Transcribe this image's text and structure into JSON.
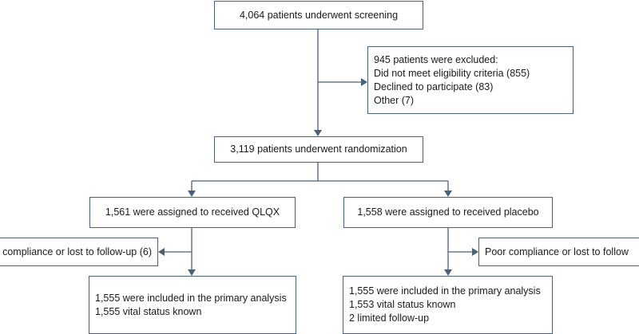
{
  "screening": {
    "text": "4,064 patients underwent screening"
  },
  "excluded": {
    "lines": [
      "945 patients were excluded:",
      "Did not meet eligibility criteria (855)",
      "Declined to participate (83)",
      "Other (7)"
    ]
  },
  "randomization": {
    "text": "3,119 patients underwent randomization"
  },
  "arm_qlqx": {
    "assigned": "1,561 were assigned to received QLQX",
    "dropout": "compliance or lost to follow-up (6)",
    "analysis": [
      "1,555 were included in the primary analysis",
      "1,555 vital status known"
    ]
  },
  "arm_placebo": {
    "assigned": "1,558 were assigned to received placebo",
    "dropout": "Poor compliance or lost to follow",
    "analysis": [
      "1,555 were included in the primary analysis",
      "1,553 vital status known",
      "2 limited follow-up"
    ]
  }
}
